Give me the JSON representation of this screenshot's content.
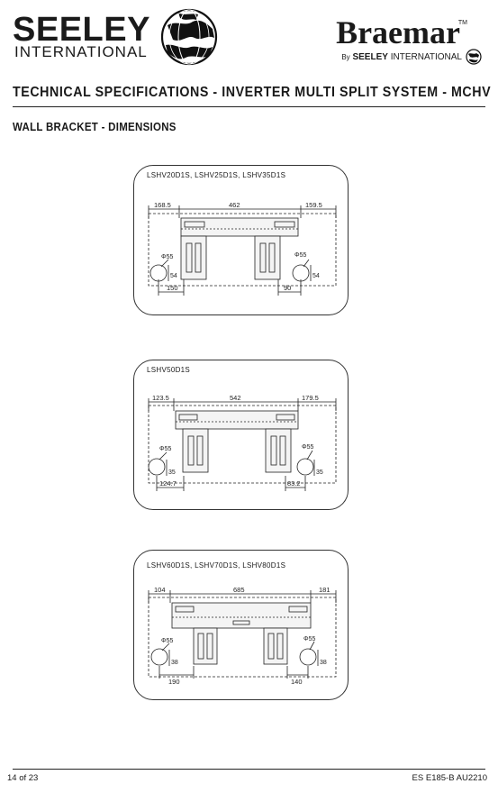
{
  "header": {
    "seeley_name": "SEELEY",
    "seeley_sub": "INTERNATIONAL",
    "braemar_name": "Braemar",
    "braemar_tm": "TM",
    "braemar_by_prefix": "By",
    "braemar_by_brand": "SEELEY",
    "braemar_by_suffix": "INTERNATIONAL"
  },
  "doc_title": "TECHNICAL SPECIFICATIONS - INVERTER MULTI SPLIT SYSTEM - MCHV",
  "section_title": "WALL BRACKET - DIMENSIONS",
  "panels": [
    {
      "models": "LSHV20D1S, LSHV25D1S, LSHV35D1S",
      "top_left": "168.5",
      "top_mid": "462",
      "top_right": "159.5",
      "left_dia": "Φ55",
      "right_dia": "Φ55",
      "left_vert": "54",
      "right_vert": "54",
      "bottom_left": "150",
      "bottom_right": "90"
    },
    {
      "models": "LSHV50D1S",
      "top_left": "123.5",
      "top_mid": "542",
      "top_right": "179.5",
      "left_dia": "Φ55",
      "right_dia": "Φ55",
      "left_vert": "35",
      "right_vert": "35",
      "bottom_left": "124.7",
      "bottom_right": "83.2"
    },
    {
      "models": "LSHV60D1S, LSHV70D1S, LSHV80D1S",
      "top_left": "104",
      "top_mid": "685",
      "top_right": "181",
      "left_dia": "Φ55",
      "right_dia": "Φ55",
      "left_vert": "38",
      "right_vert": "38",
      "bottom_left": "190",
      "bottom_right": "140"
    }
  ],
  "footer": {
    "page": "14 of 23",
    "code": "ES E185-B AU2210"
  }
}
